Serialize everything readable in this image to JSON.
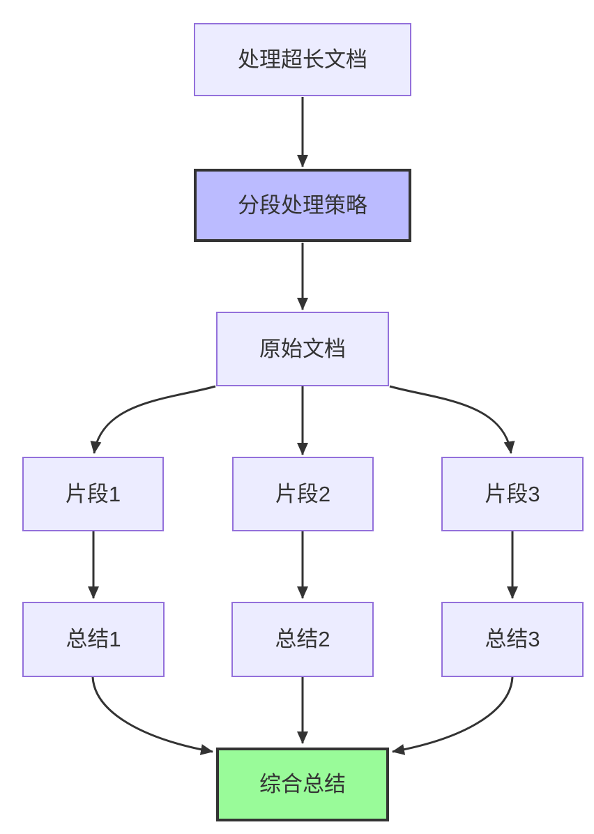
{
  "diagram": {
    "type": "flowchart",
    "direction": "top-down",
    "nodes": [
      {
        "id": "A",
        "label": "处理超长文档",
        "style": "default"
      },
      {
        "id": "B",
        "label": "分段处理策略",
        "style": "highlight"
      },
      {
        "id": "C",
        "label": "原始文档",
        "style": "default"
      },
      {
        "id": "D",
        "label": "片段1",
        "style": "default"
      },
      {
        "id": "E",
        "label": "片段2",
        "style": "default"
      },
      {
        "id": "F",
        "label": "片段3",
        "style": "default"
      },
      {
        "id": "G",
        "label": "总结1",
        "style": "default"
      },
      {
        "id": "H",
        "label": "总结2",
        "style": "default"
      },
      {
        "id": "I",
        "label": "总结3",
        "style": "default"
      },
      {
        "id": "J",
        "label": "综合总结",
        "style": "success"
      }
    ],
    "edges": [
      {
        "from": "A",
        "to": "B"
      },
      {
        "from": "B",
        "to": "C"
      },
      {
        "from": "C",
        "to": "D"
      },
      {
        "from": "C",
        "to": "E"
      },
      {
        "from": "C",
        "to": "F"
      },
      {
        "from": "D",
        "to": "G"
      },
      {
        "from": "E",
        "to": "H"
      },
      {
        "from": "F",
        "to": "I"
      },
      {
        "from": "G",
        "to": "J"
      },
      {
        "from": "H",
        "to": "J"
      },
      {
        "from": "I",
        "to": "J"
      }
    ]
  },
  "theme": {
    "background": "#FFFFFF",
    "node_fill": "#ECECFF",
    "node_border": "#9370DB",
    "highlight_fill": "#BBBBFF",
    "highlight_border": "#333333",
    "success_fill": "#99FB99",
    "success_border": "#333333",
    "edge_color": "#333333",
    "text_color": "#333333"
  }
}
